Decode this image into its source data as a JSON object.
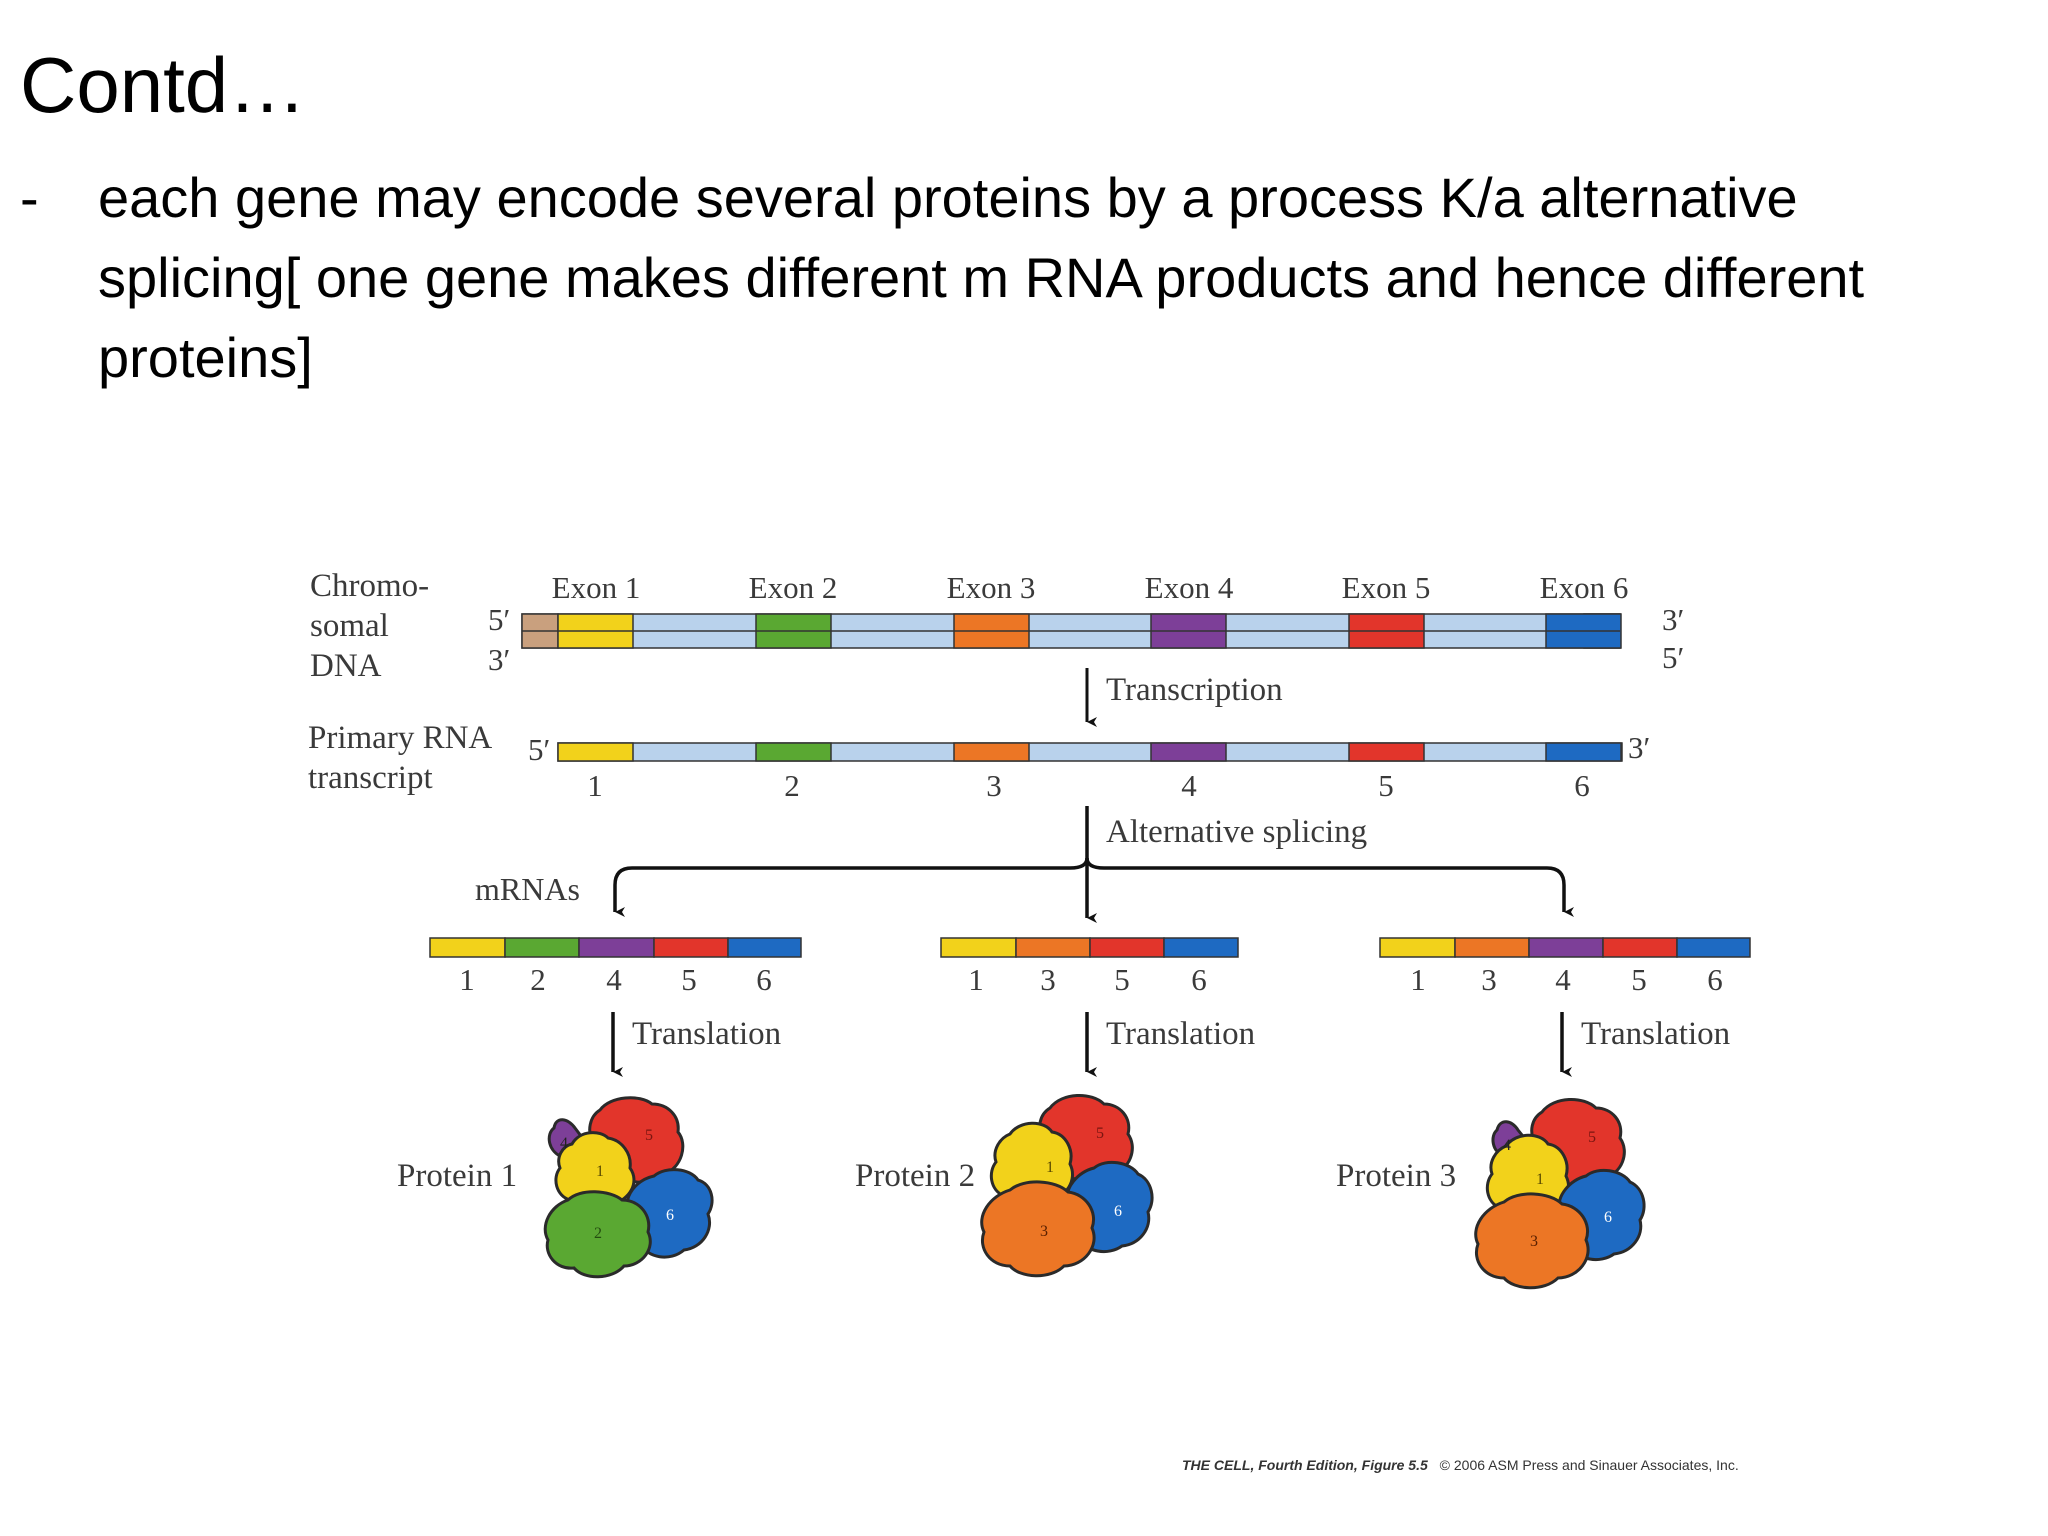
{
  "slide": {
    "title": "Contd…",
    "bullet_marker": "-",
    "bullet_text": "each gene may encode several proteins by a process  K/a  alternative splicing[ one gene makes different  m RNA products and hence different proteins]"
  },
  "figure": {
    "dna_label": [
      "Chromo-",
      "somal",
      "DNA"
    ],
    "dna_end_labels": {
      "top_left": "5′",
      "bottom_left": "3′",
      "top_right": "3′",
      "bottom_right": "5′"
    },
    "exon_labels": [
      "Exon 1",
      "Exon 2",
      "Exon 3",
      "Exon 4",
      "Exon 5",
      "Exon 6"
    ],
    "transcription_label": "Transcription",
    "primary_label": [
      "Primary RNA",
      "transcript"
    ],
    "primary_end_labels": {
      "left": "5′",
      "right": "3′"
    },
    "primary_numbers": [
      "1",
      "2",
      "3",
      "4",
      "5",
      "6"
    ],
    "splicing_label": "Alternative splicing",
    "mrnas_label": "mRNAs",
    "mrnas": [
      {
        "exons": [
          "1",
          "2",
          "4",
          "5",
          "6"
        ]
      },
      {
        "exons": [
          "1",
          "3",
          "5",
          "6"
        ]
      },
      {
        "exons": [
          "1",
          "3",
          "4",
          "5",
          "6"
        ]
      }
    ],
    "translation_label": "Translation",
    "proteins": [
      {
        "label": "Protein 1",
        "domains": [
          "4",
          "5",
          "1",
          "2",
          "6"
        ]
      },
      {
        "label": "Protein 2",
        "domains": [
          "5",
          "1",
          "3",
          "6"
        ]
      },
      {
        "label": "Protein 3",
        "domains": [
          "4",
          "5",
          "1",
          "3",
          "6"
        ]
      }
    ],
    "exon_colors": {
      "1": "#f2d21b",
      "2": "#5aa832",
      "3": "#ec7625",
      "4": "#7d3f98",
      "5": "#e2352b",
      "6": "#1e6ac2"
    },
    "intron_color": "#b9d2ec",
    "flank_color": "#c9a07e",
    "credit_bold": "THE CELL, Fourth Edition, Figure 5.5",
    "credit_rest": "© 2006 ASM Press and Sinauer Associates, Inc."
  }
}
